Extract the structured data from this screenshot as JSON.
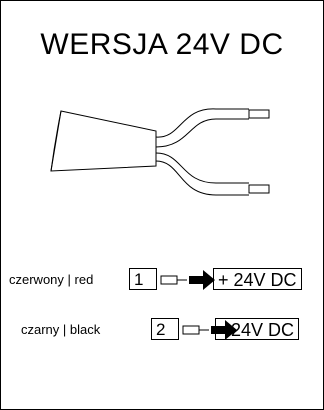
{
  "title": "WERSJA 24V DC",
  "wires": [
    {
      "label": "czerwony | red",
      "pin": "1",
      "value": "+ 24V DC"
    },
    {
      "label": "czarny | black",
      "pin": "2",
      "value": "- 24V DC"
    }
  ],
  "icons": {
    "cable": "two-wire-cable-icon",
    "connector": "plug-arrow-icon"
  }
}
